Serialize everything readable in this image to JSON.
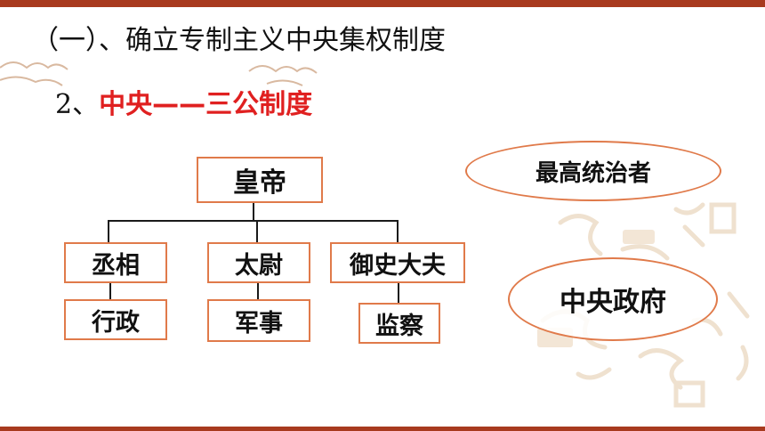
{
  "slide": {
    "title": "（一）、确立专制主义中央集权制度",
    "subtitle_number": "2、",
    "subtitle_text": "中央——三公制度"
  },
  "diagram": {
    "root": "皇帝",
    "officials": [
      {
        "title": "丞相",
        "duty": "行政"
      },
      {
        "title": "太尉",
        "duty": "军事"
      },
      {
        "title": "御史大夫",
        "duty": "监察"
      }
    ],
    "note_top": "最高统治者",
    "note_bottom": "中央政府"
  },
  "colors": {
    "accent_bar": "#a83a1e",
    "box_border": "#e07a4a",
    "highlight_text": "#e02020"
  }
}
